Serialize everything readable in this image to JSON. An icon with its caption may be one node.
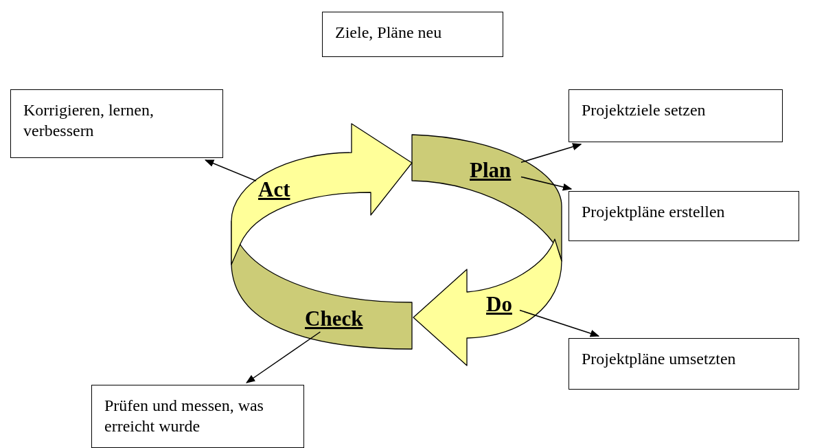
{
  "diagram": {
    "nodes": [
      {
        "text": [
          "Ziele, Pläne neu"
        ]
      },
      {
        "text": [
          "Korrigieren, lernen, verbessern"
        ]
      },
      {
        "text": [
          "Projektziele setzen"
        ]
      },
      {
        "text": [
          "Act"
        ]
      },
      {
        "text": [
          "Plan"
        ]
      },
      {
        "text": [
          "Projektpläne erstellen"
        ]
      },
      {
        "text": [
          "Do"
        ]
      },
      {
        "text": [
          "Check"
        ]
      },
      {
        "text": [
          "Projektpläne umsetzten"
        ]
      },
      {
        "text": [
          "Prüfen und messen, was erreicht wurde"
        ]
      }
    ],
    "edges": [
      {
        "from": 3,
        "to": 1,
        "arrow": "to"
      },
      {
        "from": 4,
        "to": 2,
        "arrow": "to"
      },
      {
        "from": 4,
        "to": 5,
        "arrow": "to"
      },
      {
        "from": 6,
        "to": 8,
        "arrow": "to"
      },
      {
        "from": 7,
        "to": 9,
        "arrow": "to"
      }
    ]
  }
}
